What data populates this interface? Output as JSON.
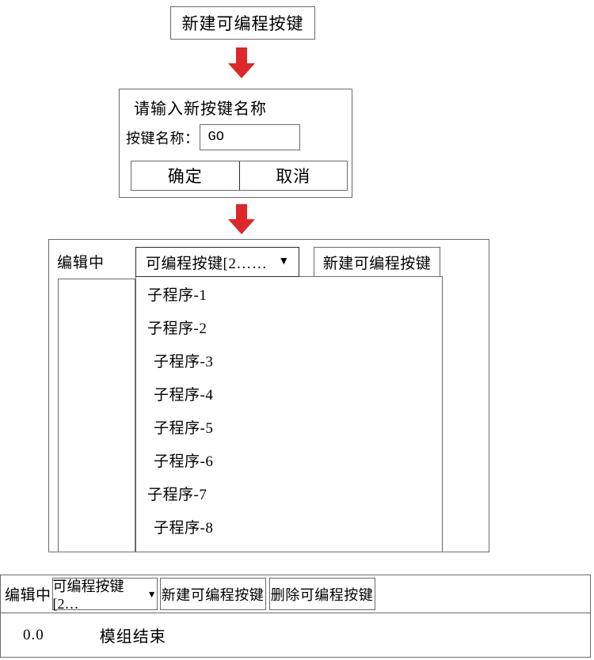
{
  "step1": {
    "title": "新建可编程按键"
  },
  "arrows": {
    "color": "#DC2828",
    "icon": "arrow-down-icon",
    "count": 2
  },
  "dialog": {
    "title": "请输入新按键名称",
    "field_label": "按键名称：",
    "input_value": "GO",
    "input_placeholder": "",
    "confirm_label": "确定",
    "cancel_label": "取消"
  },
  "panel": {
    "status_label": "编辑中",
    "dropdown_label": "可编程按键[2……",
    "dropdown_caret": "▼",
    "new_button_label": "新建可编程按键",
    "list_items": [
      {
        "label": "子程序-1",
        "indent": 14
      },
      {
        "label": "子程序-2",
        "indent": 14
      },
      {
        "label": "子程序-3",
        "indent": 22
      },
      {
        "label": "子程序-4",
        "indent": 22
      },
      {
        "label": "子程序-5",
        "indent": 22
      },
      {
        "label": "子程序-6",
        "indent": 22
      },
      {
        "label": "子程序-7",
        "indent": 14
      },
      {
        "label": "子程序-8",
        "indent": 22
      }
    ]
  },
  "bottom": {
    "status_label": "编辑中",
    "dropdown_label": "可编程按键[2…",
    "dropdown_caret": "▼",
    "new_button_label": "新建可编程按键",
    "delete_button_label": "删除可编程按键",
    "row_value": "0.0",
    "row_text": "模组结束"
  }
}
